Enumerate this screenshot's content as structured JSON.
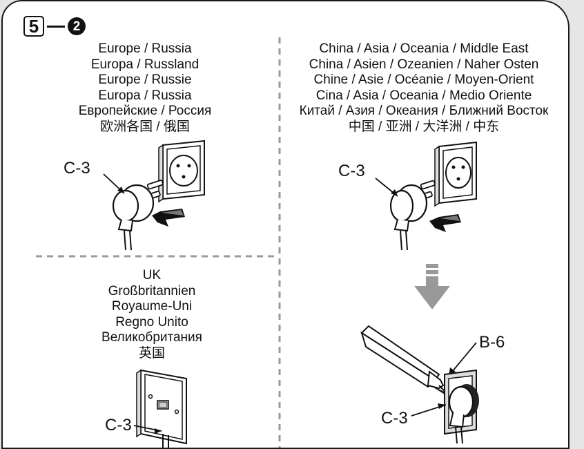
{
  "step": {
    "number": "5",
    "sub": "2"
  },
  "panels": {
    "europe": {
      "lines": [
        "Europe / Russia",
        "Europa / Russland",
        "Europe / Russie",
        "Europa / Russia",
        "Европейские / Россия",
        "欧洲各国 / 俄国"
      ],
      "part": "C-3"
    },
    "china": {
      "lines": [
        "China / Asia / Oceania / Middle East",
        "China / Asien / Ozeanien / Naher Osten",
        "Chine / Asie / Océanie / Moyen-Orient",
        "Cina / Asia / Oceania / Medio Oriente",
        "Китай / Азия / Океания / Ближний Восток",
        "中国 / 亚洲 / 大洋洲 / 中东"
      ],
      "part": "C-3"
    },
    "uk": {
      "lines": [
        "UK",
        "Großbritannien",
        "Royaume-Uni",
        "Regno Unito",
        "Великобритания",
        "英国"
      ],
      "part": "C-3"
    },
    "step_result": {
      "tool_part": "B-6",
      "plug_part": "C-3"
    }
  }
}
